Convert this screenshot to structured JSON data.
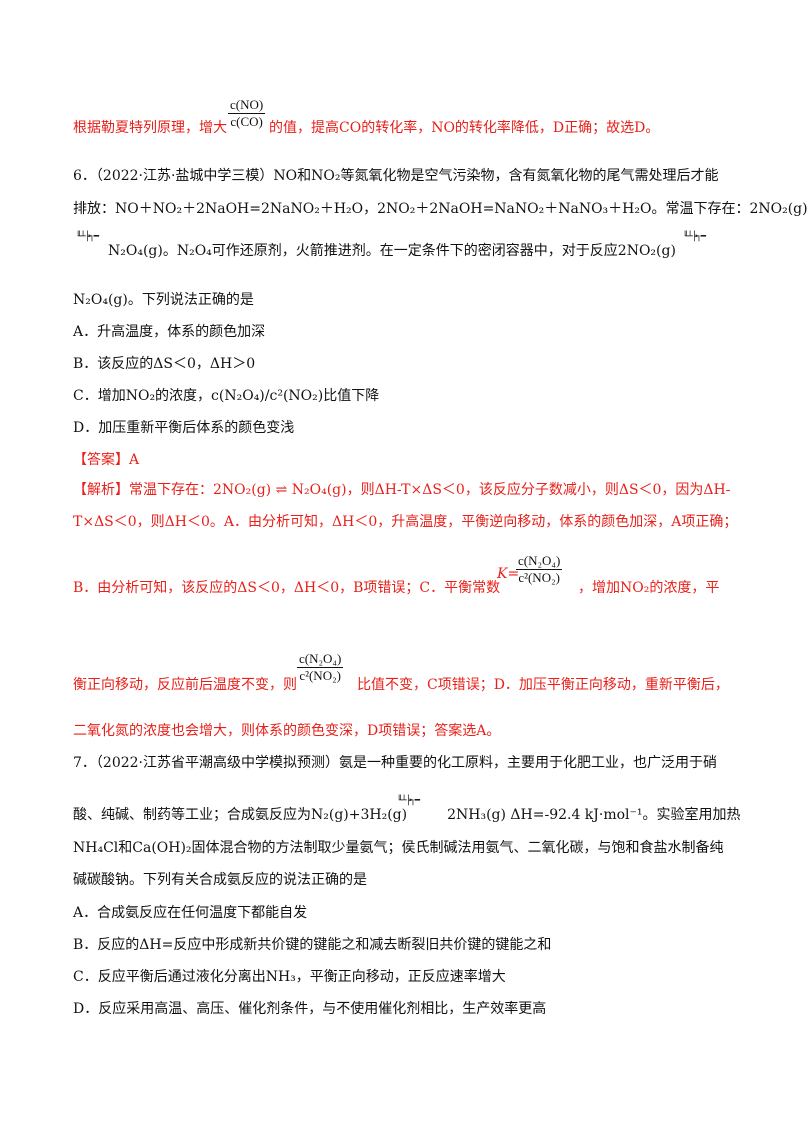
{
  "q5_tail": {
    "frac_num": "c(NO)",
    "frac_den": "c(CO)",
    "pre": "根据勒夏特列原理，增大",
    "post": "的值，提高CO的转化率，NO的转化率降低，D正确；故选D。"
  },
  "q6": {
    "l1": "6．（2022·江苏·盐城中学三模）NO和NO₂等氮氧化物是空气污染物，含有氮氧化物的尾气需处理后才能",
    "l2": "排放：NO＋NO₂＋2NaOH=2NaNO₂＋H₂O，2NO₂＋2NaOH=NaNO₂＋NaNO₃＋H₂O。常温下存在：2NO₂(g)",
    "l3": "N₂O₄(g)。N₂O₄可作还原剂，火箭推进剂。在一定条件下的密闭容器中，对于反应2NO₂(g)",
    "l4": "N₂O₄(g)。下列说法正确的是",
    "eq_sym": "⇌",
    "options": [
      "A．升高温度，体系的颜色加深",
      "B．该反应的ΔS＜0，ΔH＞0",
      "C．增加NO₂的浓度，c(N₂O₄)/c²(NO₂)比值下降",
      "D．加压重新平衡后体系的颜色变浅"
    ],
    "answer": "【答案】A",
    "a1": "【解析】常温下存在：2NO₂(g)  ⇌ N₂O₄(g)，则ΔH-T×ΔS＜0，该反应分子数减小，则ΔS＜0，因为ΔH-",
    "a2": "T×ΔS＜0，则ΔH＜0。A．由分析可知，ΔH＜0，升高温度，平衡逆向移动，体系的颜色加深，A项正确；",
    "a3_pre": "B．由分析可知，该反应的ΔS＜0，ΔH＜0，B项错误；C．平衡常数",
    "a3_k": "K=",
    "k_num": "c(N₂O₄)",
    "k_den": "c²(NO₂)",
    "a3_post": "，增加NO₂的浓度，平",
    "a4_pre": "衡正向移动，反应前后温度不变，则",
    "a4_post": "比值不变，C项错误；D．加压平衡正向移动，重新平衡后，",
    "a5": "二氧化氮的浓度也会增大，则体系的颜色变深，D项错误；答案选A。"
  },
  "q7": {
    "l1": "7．（2022·江苏省平潮高级中学模拟预测）氨是一种重要的化工原料，主要用于化肥工业，也广泛用于硝",
    "l2_pre": "酸、纯碱、制药等工业；合成氨反应为N₂(g)+3H₂(g)",
    "l2_post": "2NH₃(g)  ΔH=-92.4 kJ·mol⁻¹。实验室用加热",
    "l3": "NH₄Cl和Ca(OH)₂固体混合物的方法制取少量氨气；侯氏制碱法用氨气、二氧化碳，与饱和食盐水制备纯",
    "l4": "碱碳酸钠。下列有关合成氨反应的说法正确的是",
    "options": [
      "A．合成氨反应在任何温度下都能自发",
      "B．反应的ΔH=反应中形成新共价键的键能之和减去断裂旧共价键的键能之和",
      "C．反应平衡后通过液化分离出NH₃，平衡正向移动，正反应速率增大",
      "D．反应采用高温、高压、催化剂条件，与不使用催化剂相比，生产效率更高"
    ]
  }
}
